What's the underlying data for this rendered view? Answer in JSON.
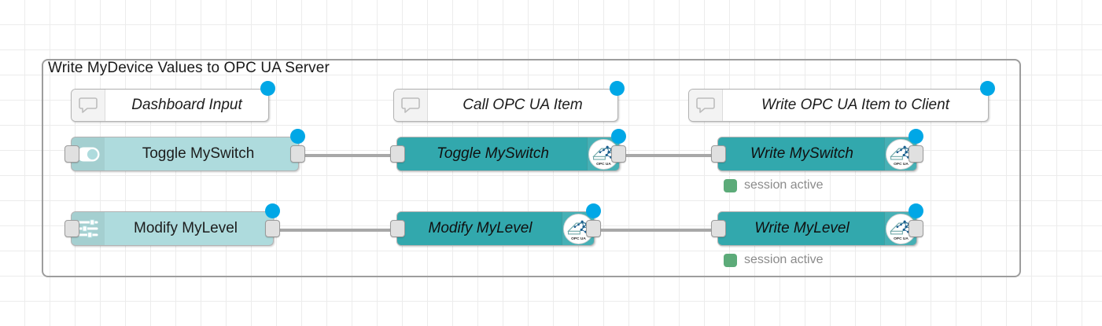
{
  "editor": {
    "name": "node-red-flow-canvas",
    "grid_size": 32,
    "background": "#ffffff",
    "grid_color": "#ececec"
  },
  "group": {
    "label": "Write MyDevice Values to OPC UA Server",
    "border_color": "#9d9d9d"
  },
  "colors": {
    "dashboard_node": "#aedbdd",
    "opcua_node": "#32a8ad",
    "comment_node": "#ffffff",
    "selection_dot": "#00a7e6",
    "status_active": "#5cab79",
    "wire": "#a8a8a8",
    "port": "#e0e0e0"
  },
  "columns": [
    {
      "heading": "Dashboard Input"
    },
    {
      "heading": "Call OPC UA Item"
    },
    {
      "heading": "Write OPC UA Item to Client"
    }
  ],
  "comments": [
    {
      "label": "Dashboard Input",
      "icon": "comment-icon",
      "selected": true
    },
    {
      "label": "Call OPC UA Item",
      "icon": "comment-icon",
      "selected": true
    },
    {
      "label": "Write OPC UA Item to Client",
      "icon": "comment-icon",
      "selected": true
    }
  ],
  "rows": [
    {
      "name": "switch-row",
      "input_node": {
        "label": "Toggle MySwitch",
        "icon": "toggle-switch-icon",
        "type": "dashboard-switch",
        "selected": true
      },
      "call_node": {
        "label": "Toggle MySwitch",
        "icon": "opcua-logo-icon",
        "type": "opcua-item",
        "selected": true
      },
      "write_node": {
        "label": "Write MySwitch",
        "icon": "opcua-logo-icon",
        "type": "opcua-client",
        "selected": true,
        "status": "session active"
      }
    },
    {
      "name": "level-row",
      "input_node": {
        "label": "Modify MyLevel",
        "icon": "slider-icon",
        "type": "dashboard-slider",
        "selected": true
      },
      "call_node": {
        "label": "Modify MyLevel",
        "icon": "opcua-logo-icon",
        "type": "opcua-item",
        "selected": true
      },
      "write_node": {
        "label": "Write MyLevel",
        "icon": "opcua-logo-icon",
        "type": "opcua-client",
        "selected": true,
        "status": "session active"
      }
    }
  ],
  "opc_badge_text": "OPC UA"
}
